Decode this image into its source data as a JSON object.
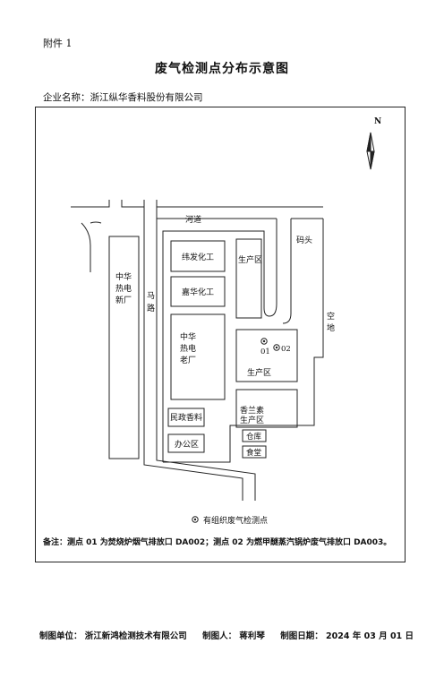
{
  "header": {
    "attachment": "附件 1",
    "title": "废气检测点分布示意图",
    "company_label": "企业名称：",
    "company_name": "浙江纵华香料股份有限公司"
  },
  "diagram": {
    "north": "N",
    "river": "河道",
    "dock": "码头",
    "empty_land": [
      "空",
      "地"
    ],
    "road": [
      "马",
      "路"
    ],
    "zhonghua_new_plant": [
      "中华",
      "热电",
      "新厂"
    ],
    "weifa_chem": "纬发化工",
    "jiahua_chem": "嘉华化工",
    "production_area_upper": "生产区",
    "zhonghua_old_plant": [
      "中华",
      "热电",
      "老厂"
    ],
    "point_01": "01",
    "point_02": "02",
    "production_area_lower": "生产区",
    "minzheng_flavor": "民政香料",
    "xianglansu": [
      "香兰素",
      "生产区"
    ],
    "office": "办公区",
    "warehouse": "仓库",
    "canteen": "食堂",
    "legend": "有组织废气检测点"
  },
  "note": {
    "label": "备注：",
    "text": "测点 01 为焚烧炉烟气排放口 DA002；测点 02 为燃甲醚蒸汽锅炉废气排放口 DA003。"
  },
  "footer": {
    "unit": "制图单位：  浙江新鸿检测技术有限公司",
    "drawer": "制图人：  蒋利琴",
    "date": "制图日期：  2024 年 03 月 01 日"
  }
}
